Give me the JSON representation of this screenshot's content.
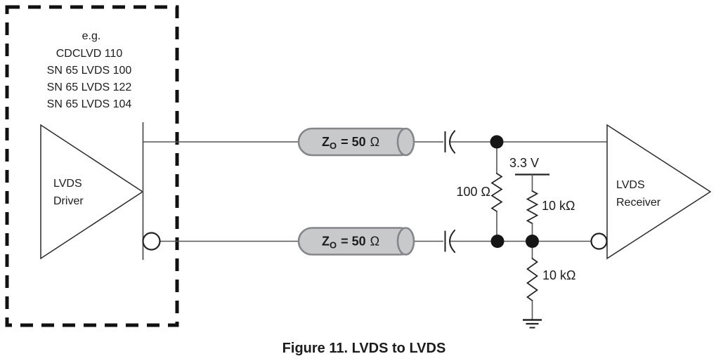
{
  "driver_examples": {
    "heading": "e.g.",
    "items": [
      "CDCLVD  110",
      "SN 65 LVDS  100",
      "SN 65 LVDS  122",
      "SN 65 LVDS  104"
    ]
  },
  "driver": {
    "line1": "LVDS",
    "line2": "Driver"
  },
  "receiver": {
    "line1": "LVDS",
    "line2": "Receiver"
  },
  "transmission_line": {
    "symbol": "Z",
    "subscript": "O",
    "equals_value": "= 50",
    "unit": "Ω"
  },
  "labels": {
    "termination_resistor": "100 Ω",
    "supply_voltage": "3.3 V",
    "pullup_resistor": "10 kΩ",
    "pulldown_resistor": "10 kΩ"
  },
  "caption": "Figure 11. LVDS to LVDS",
  "colors": {
    "cylinder_fill": "#c8c9cb",
    "cylinder_stroke": "#85868a",
    "wire": "#555557",
    "component_stroke": "#222222",
    "text": "#1c1c1e"
  }
}
